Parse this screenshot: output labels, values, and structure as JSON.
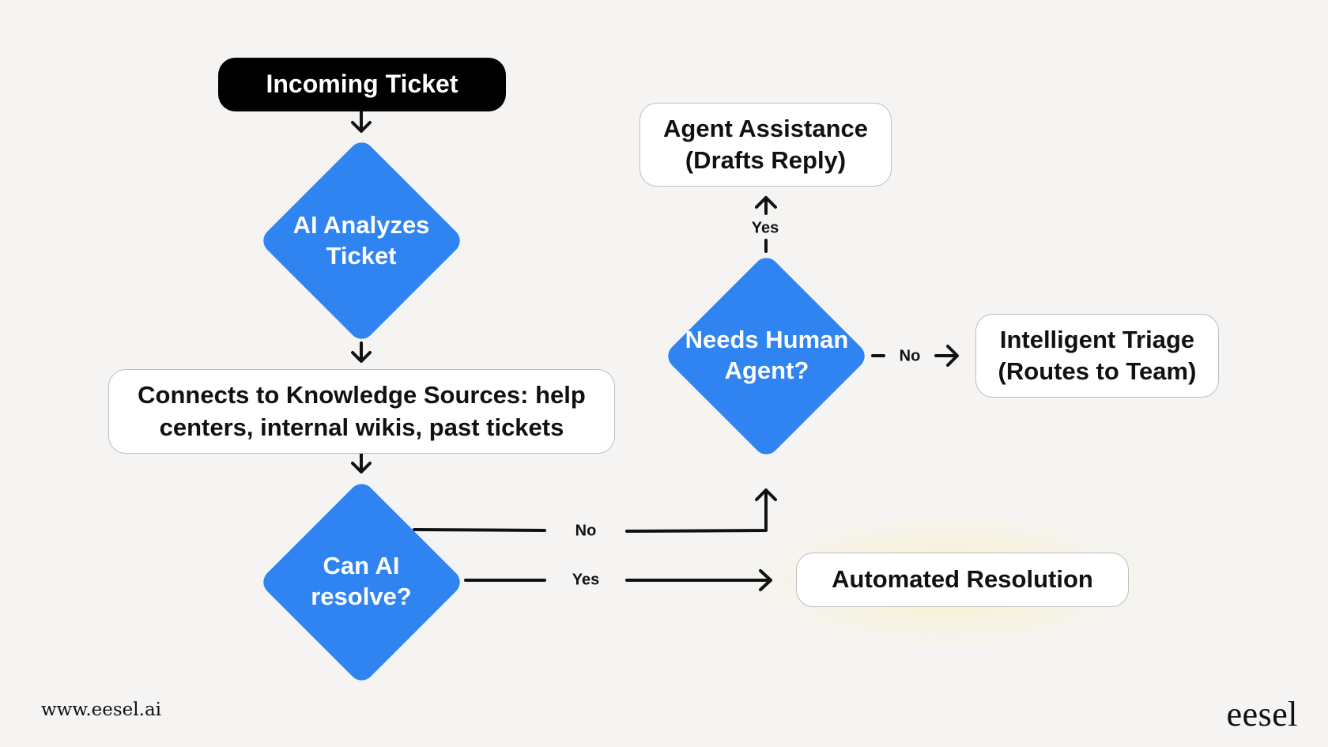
{
  "nodes": {
    "incoming_ticket": "Incoming Ticket",
    "ai_analyzes": "AI Analyzes Ticket",
    "knowledge_sources": "Connects to Knowledge Sources: help centers, internal wikis, past tickets",
    "can_ai_resolve": "Can AI resolve?",
    "needs_human": "Needs Human Agent?",
    "agent_assistance": "Agent Assistance (Drafts Reply)",
    "intelligent_triage": "Intelligent Triage (Routes to Team)",
    "automated_resolution": "Automated Resolution"
  },
  "edge_labels": {
    "resolve_no": "No",
    "resolve_yes": "Yes",
    "human_yes": "Yes",
    "human_no": "No"
  },
  "footer": {
    "url": "www.eesel.ai",
    "logo": "eesel"
  },
  "colors": {
    "background": "#f5f4f2",
    "decision": "#2f84f2",
    "start": "#000000",
    "process": "#ffffff"
  }
}
